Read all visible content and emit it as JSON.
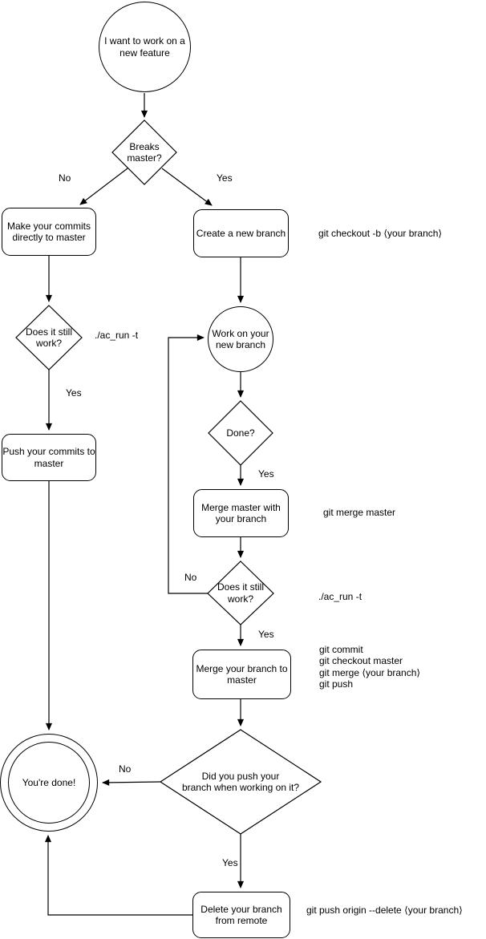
{
  "nodes": {
    "start": {
      "label": "I want to work on a\nnew feature"
    },
    "breaks_master": {
      "label": "Breaks\nmaster?"
    },
    "make_commits": {
      "label": "Make your commits\ndirectly to master"
    },
    "create_branch": {
      "label": "Create a new branch"
    },
    "still_work_1": {
      "label": "Does it still\nwork?"
    },
    "push_commits": {
      "label": "Push your commits to\nmaster"
    },
    "work_branch": {
      "label": "Work on your\nnew branch"
    },
    "done_q": {
      "label": "Done?"
    },
    "merge_master": {
      "label": "Merge master with\nyour branch"
    },
    "still_work_2": {
      "label": "Does it still\nwork?"
    },
    "merge_branch": {
      "label": "Merge your branch to\nmaster"
    },
    "did_push": {
      "label": "Did you push your\nbranch when working on it?"
    },
    "youre_done": {
      "label": "You're done!"
    },
    "delete_branch": {
      "label": "Delete your branch\nfrom remote"
    }
  },
  "edge_labels": {
    "breaks_no": "No",
    "breaks_yes": "Yes",
    "still1_yes": "Yes",
    "done_yes": "Yes",
    "still2_no": "No",
    "still2_yes": "Yes",
    "did_push_no": "No",
    "did_push_yes": "Yes"
  },
  "annotations": {
    "create_branch": "git checkout -b ⟨your branch⟩",
    "still_work_1": "./ac_run -t",
    "merge_master": "git merge master",
    "still_work_2": "./ac_run -t",
    "merge_branch_lines": [
      "git commit",
      "git checkout master",
      "git merge ⟨your branch⟩",
      "git push"
    ],
    "delete_branch": "git push origin --delete ⟨your branch⟩"
  },
  "colors": {
    "stroke": "#000000",
    "fill": "#ffffff",
    "text": "#000000"
  }
}
